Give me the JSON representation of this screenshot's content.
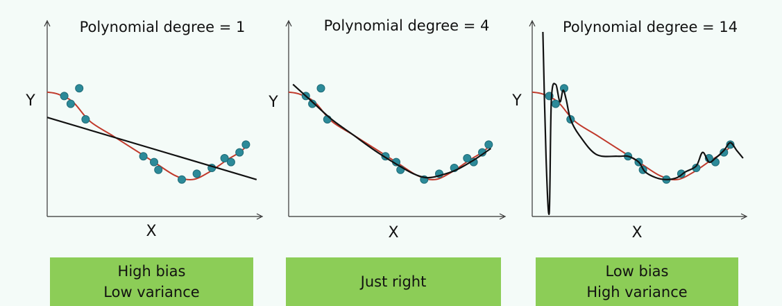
{
  "chart_data": [
    {
      "type": "line",
      "title": "Polynomial degree = 1",
      "xlabel": "X",
      "ylabel": "Y",
      "caption": [
        "High bias",
        "Low variance"
      ],
      "data_points": {
        "x": [
          0.08,
          0.11,
          0.15,
          0.18,
          0.45,
          0.5,
          0.52,
          0.63,
          0.7,
          0.77,
          0.83,
          0.86,
          0.9,
          0.93
        ],
        "y": [
          0.62,
          0.58,
          0.66,
          0.5,
          0.31,
          0.28,
          0.24,
          0.19,
          0.22,
          0.25,
          0.3,
          0.28,
          0.33,
          0.37
        ]
      },
      "true_function": {
        "x": [
          0.0,
          0.05,
          0.12,
          0.2,
          0.3,
          0.4,
          0.5,
          0.6,
          0.68,
          0.76,
          0.84,
          0.9,
          0.94
        ],
        "y": [
          0.64,
          0.63,
          0.59,
          0.49,
          0.42,
          0.35,
          0.28,
          0.21,
          0.19,
          0.23,
          0.29,
          0.33,
          0.37
        ]
      },
      "fit": {
        "degree": 1,
        "x": [
          0.0,
          0.98
        ],
        "y": [
          0.51,
          0.19
        ]
      }
    },
    {
      "type": "line",
      "title": "Polynomial degree = 4",
      "xlabel": "X",
      "ylabel": "Y",
      "caption": [
        "Just right"
      ],
      "data_points": {
        "x": [
          0.08,
          0.11,
          0.15,
          0.18,
          0.45,
          0.5,
          0.52,
          0.63,
          0.7,
          0.77,
          0.83,
          0.86,
          0.9,
          0.93
        ],
        "y": [
          0.62,
          0.58,
          0.66,
          0.5,
          0.31,
          0.28,
          0.24,
          0.19,
          0.22,
          0.25,
          0.3,
          0.28,
          0.33,
          0.37
        ]
      },
      "true_function": {
        "x": [
          0.0,
          0.05,
          0.12,
          0.2,
          0.3,
          0.4,
          0.5,
          0.6,
          0.68,
          0.76,
          0.84,
          0.9,
          0.94
        ],
        "y": [
          0.64,
          0.63,
          0.59,
          0.49,
          0.42,
          0.35,
          0.28,
          0.21,
          0.19,
          0.23,
          0.29,
          0.33,
          0.37
        ]
      },
      "fit": {
        "degree": 4,
        "x": [
          0.02,
          0.1,
          0.2,
          0.3,
          0.4,
          0.5,
          0.58,
          0.64,
          0.7,
          0.78,
          0.86,
          0.94
        ],
        "y": [
          0.68,
          0.6,
          0.5,
          0.42,
          0.34,
          0.27,
          0.22,
          0.2,
          0.21,
          0.24,
          0.29,
          0.35
        ]
      }
    },
    {
      "type": "line",
      "title": "Polynomial degree = 14",
      "xlabel": "X",
      "ylabel": "Y",
      "caption": [
        "Low bias",
        "High variance"
      ],
      "data_points": {
        "x": [
          0.08,
          0.11,
          0.15,
          0.18,
          0.45,
          0.5,
          0.52,
          0.63,
          0.7,
          0.77,
          0.83,
          0.86,
          0.9,
          0.93
        ],
        "y": [
          0.62,
          0.58,
          0.66,
          0.5,
          0.31,
          0.28,
          0.24,
          0.19,
          0.22,
          0.25,
          0.3,
          0.28,
          0.33,
          0.37
        ]
      },
      "true_function": {
        "x": [
          0.0,
          0.05,
          0.12,
          0.2,
          0.3,
          0.4,
          0.5,
          0.6,
          0.68,
          0.76,
          0.84,
          0.9,
          0.94
        ],
        "y": [
          0.64,
          0.63,
          0.59,
          0.49,
          0.42,
          0.35,
          0.28,
          0.21,
          0.19,
          0.23,
          0.29,
          0.33,
          0.37
        ]
      },
      "fit": {
        "degree": 14,
        "x": [
          0.05,
          0.065,
          0.08,
          0.09,
          0.11,
          0.13,
          0.145,
          0.16,
          0.18,
          0.22,
          0.3,
          0.4,
          0.45,
          0.5,
          0.53,
          0.58,
          0.63,
          0.68,
          0.72,
          0.77,
          0.8,
          0.83,
          0.86,
          0.9,
          0.93,
          0.96,
          0.99
        ],
        "y": [
          0.95,
          0.3,
          0.02,
          0.6,
          0.68,
          0.59,
          0.65,
          0.6,
          0.5,
          0.42,
          0.32,
          0.31,
          0.31,
          0.28,
          0.23,
          0.2,
          0.19,
          0.2,
          0.23,
          0.26,
          0.33,
          0.28,
          0.3,
          0.34,
          0.38,
          0.34,
          0.3
        ]
      }
    }
  ]
}
